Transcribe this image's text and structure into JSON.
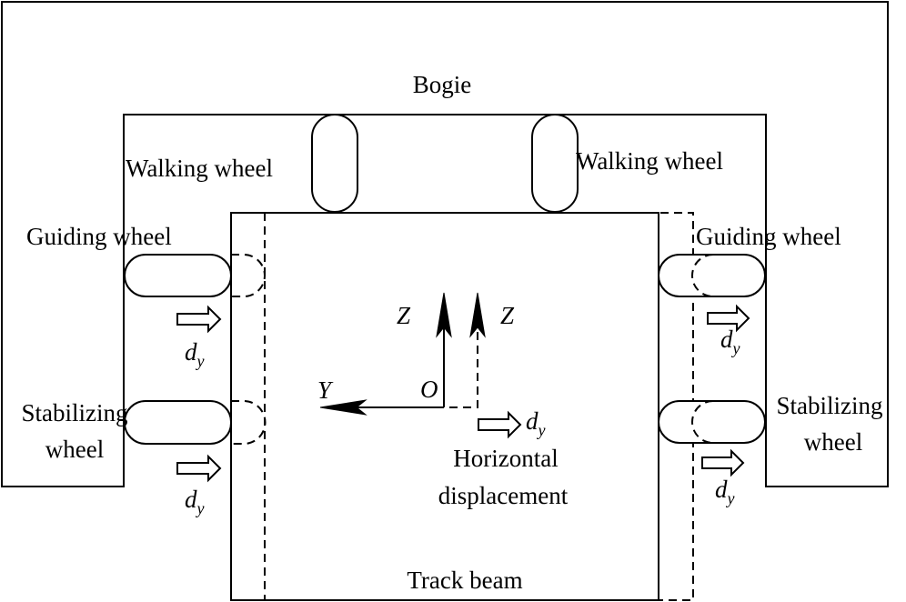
{
  "labels": {
    "bogie": "Bogie",
    "walking_wheel_left": "Walking wheel",
    "walking_wheel_right": "Walking wheel",
    "guiding_wheel_left": "Guiding wheel",
    "guiding_wheel_right": "Guiding wheel",
    "stabilizing_wheel_left_line1": "Stabilizing",
    "stabilizing_wheel_left_line2": "wheel",
    "stabilizing_wheel_right_line1": "Stabilizing",
    "stabilizing_wheel_right_line2": "wheel",
    "horizontal_line1": "Horizontal",
    "horizontal_line2": "displacement",
    "track_beam": "Track beam"
  },
  "axes": {
    "z_left": "Z",
    "z_right": "Z",
    "y": "Y",
    "origin": "O"
  },
  "displacement": {
    "symbol": "d",
    "subscript": "y"
  }
}
